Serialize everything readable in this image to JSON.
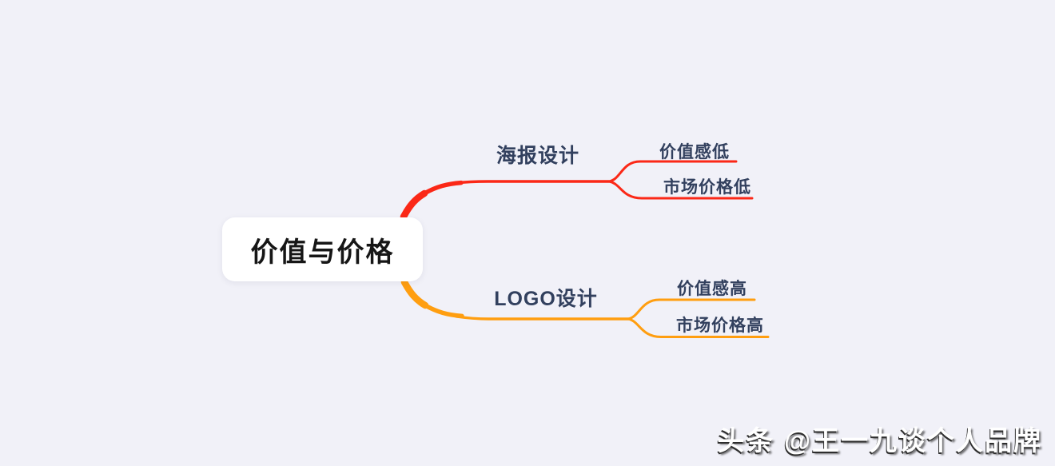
{
  "canvas": {
    "background": "#f1f1f8"
  },
  "root": {
    "label": "价值与价格",
    "background": "#ffffff",
    "text_color": "#161616"
  },
  "branch_text_color": "#32405e",
  "branches": [
    {
      "label": "海报设计",
      "color": "#fb2817",
      "children": [
        {
          "label": "价值感低"
        },
        {
          "label": "市场价格低"
        }
      ]
    },
    {
      "label": "LOGO设计",
      "color": "#ff9e10",
      "children": [
        {
          "label": "价值感高"
        },
        {
          "label": "市场价格高"
        }
      ]
    }
  ],
  "watermark": {
    "text": "头条 @王一九谈个人品牌",
    "color": "#ffffff"
  }
}
